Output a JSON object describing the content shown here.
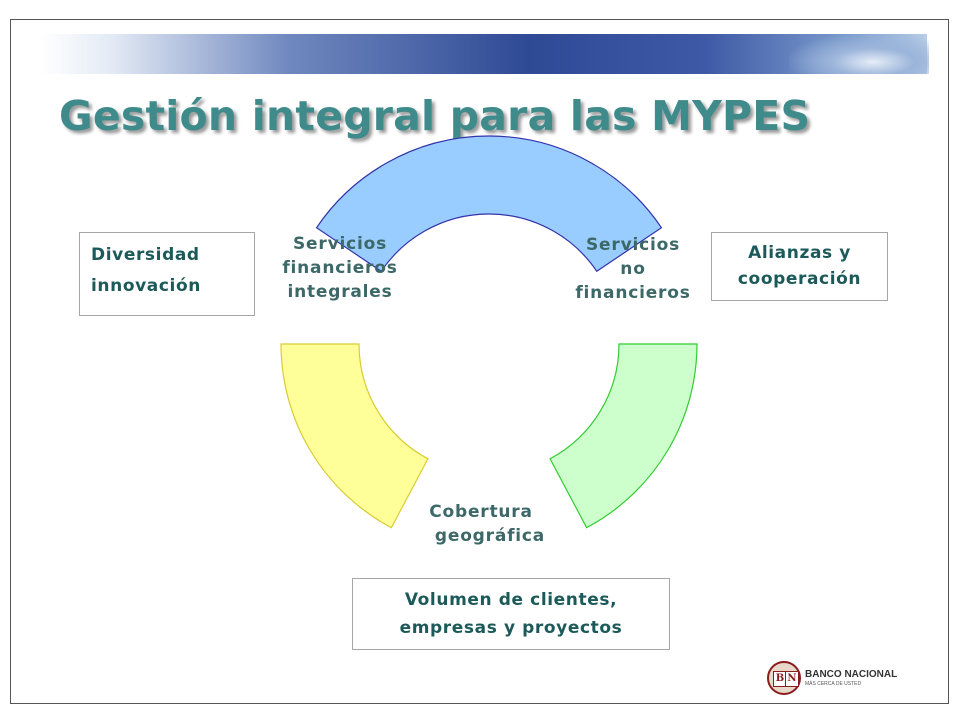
{
  "title": "Gestión integral para las MYPES",
  "cycle": {
    "labels": {
      "left": [
        "Servicios",
        "financieros",
        "integrales"
      ],
      "right": [
        "Servicios",
        "no",
        "financieros"
      ],
      "bottom": [
        "Cobertura",
        "geográfica"
      ]
    },
    "segment_colors": {
      "top": "#99ccff",
      "top_stroke": "#3333aa",
      "right": "#ccffcc",
      "right_stroke": "#33cc33",
      "left": "#ffff99",
      "left_stroke": "#d8cc33"
    }
  },
  "boxes": {
    "left": [
      "Diversidad",
      "innovación"
    ],
    "right": [
      "Alianzas y",
      "cooperación"
    ],
    "bottom": [
      "Volumen de clientes,",
      "empresas y proyectos"
    ]
  },
  "logo": {
    "letters": [
      "B",
      "N"
    ],
    "name": "BANCO NACIONAL",
    "tagline": "MÁS CERCA DE USTED"
  },
  "colors": {
    "title": "#3f8b8b",
    "text": "#3d6868",
    "box_text": "#1c5a5a"
  }
}
